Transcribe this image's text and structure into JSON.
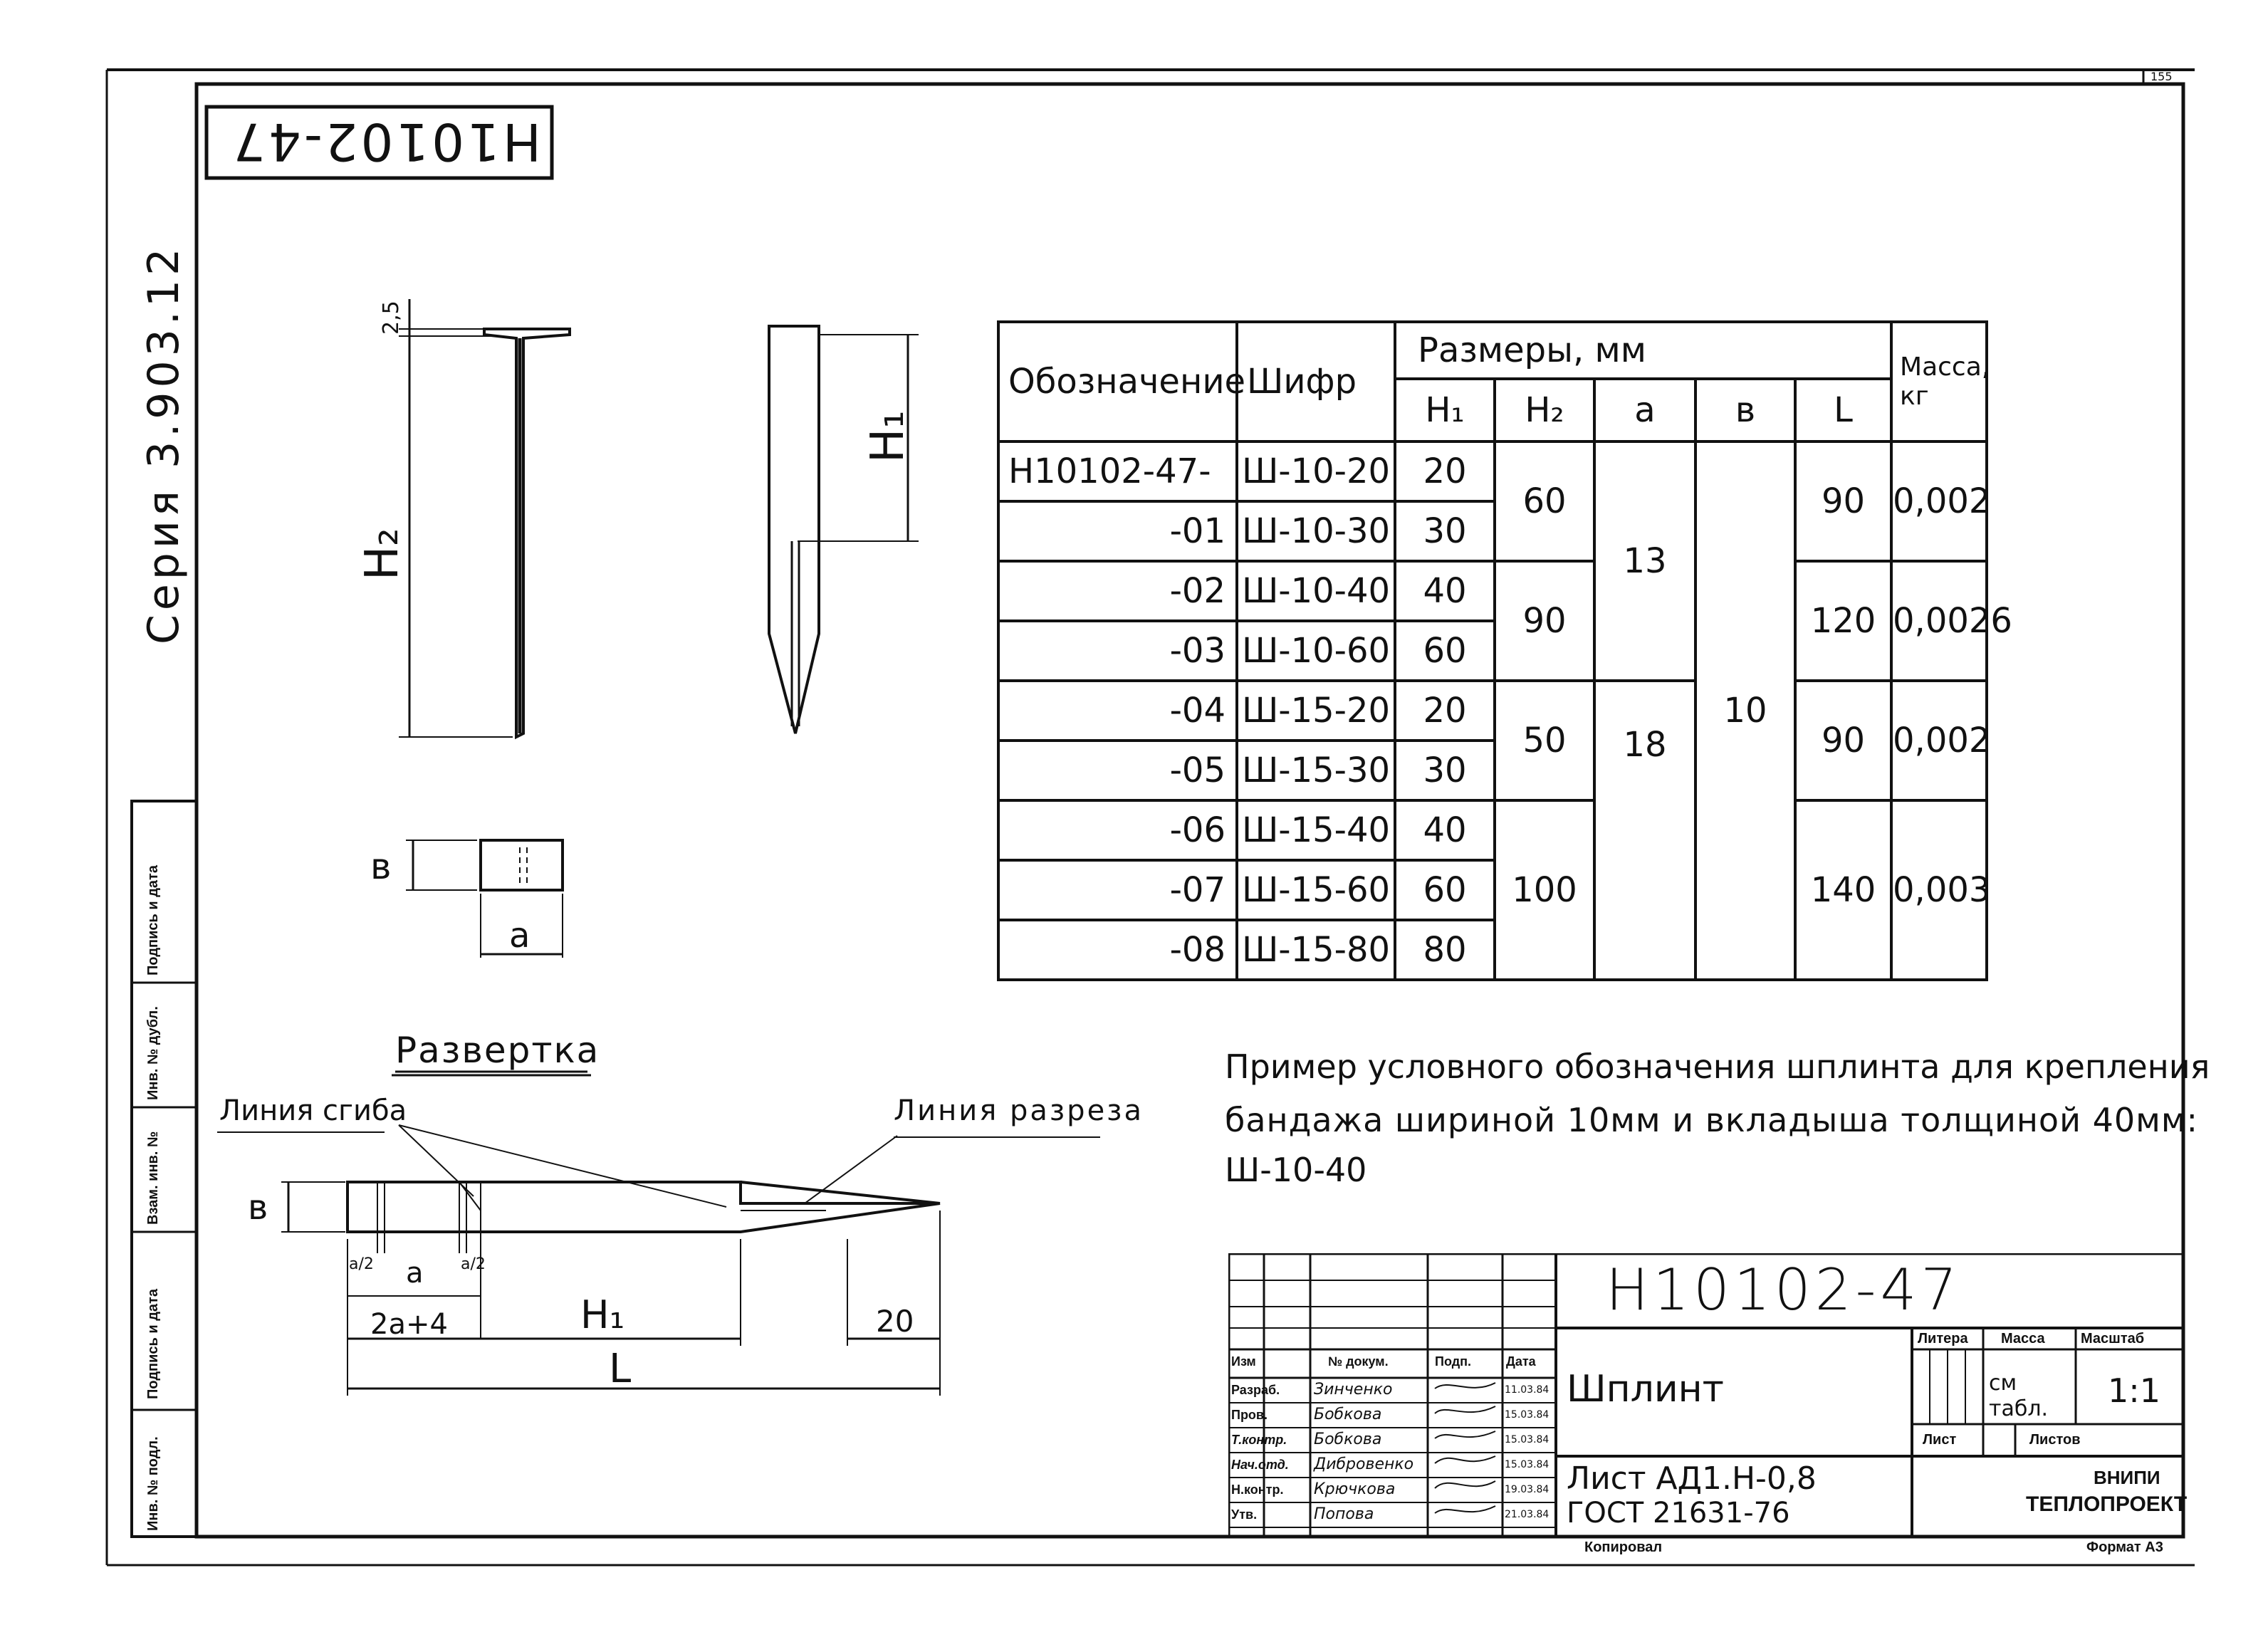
{
  "series_label": "Серия  3.903.12",
  "mirrored_code": "Н10102-47",
  "corner_number": "155",
  "side_stamps": [
    "Подпись и дата",
    "Инв. № дубл.",
    "Взам. инв. №",
    "Подпись и дата",
    "Инв. № подл."
  ],
  "drawing": {
    "dim_2_5": "2,5",
    "dim_H2": "H₂",
    "dim_H1": "H₁",
    "dim_b": "в",
    "dim_a": "а",
    "razvertka_title": "Развертка",
    "bend_line": "Линия сгиба",
    "cut_line": "Линия разреза",
    "dev_b": "в",
    "dev_a2_left": "а/2",
    "dev_a": "а",
    "dev_a2_right": "а/2",
    "dev_2a4": "2а+4",
    "dev_H1": "H₁",
    "dev_20": "20",
    "dev_L": "L"
  },
  "spec_table": {
    "headers": {
      "designation": "Обозначение",
      "code": "Шифр",
      "sizes": "Размеры, мм",
      "H1": "H₁",
      "H2": "H₂",
      "a": "а",
      "b": "в",
      "L": "L",
      "mass": "Масса, кг"
    },
    "designations": [
      "Н10102-47-",
      "-01",
      "-02",
      "-03",
      "-04",
      "-05",
      "-06",
      "-07",
      "-08"
    ],
    "codes": [
      "Ш-10-20",
      "Ш-10-30",
      "Ш-10-40",
      "Ш-10-60",
      "Ш-15-20",
      "Ш-15-30",
      "Ш-15-40",
      "Ш-15-60",
      "Ш-15-80"
    ],
    "h1": [
      "20",
      "30",
      "40",
      "60",
      "20",
      "30",
      "40",
      "60",
      "80"
    ],
    "h2_groups": [
      "60",
      "90",
      "50",
      "100"
    ],
    "a_groups": [
      "13",
      "18"
    ],
    "b_value": "10",
    "l_groups": [
      "90",
      "120",
      "90",
      "140"
    ],
    "mass_groups": [
      "0,002",
      "0,0026",
      "0,002",
      "0,003"
    ]
  },
  "example_text": {
    "line1": "Пример условного обозначения шплинта для крепления",
    "line2": "бандажа шириной  10мм и вкладыша толщиной 40мм:",
    "line3": "Ш-10-40"
  },
  "title_block": {
    "code": "Н10102-47",
    "name": "Шплинт",
    "litera": "Литера",
    "massa": "Масса",
    "masshtab": "Масштаб",
    "mass_value": "см табл.",
    "scale_value": "1:1",
    "list_label": "Лист",
    "listov_label": "Листов",
    "reference": "Лист АД1.Н-0,8",
    "gost": "ГОСТ 21631-76",
    "org_line1": "ВНИПИ",
    "org_line2": "ТЕПЛОПРОЕКТ",
    "kopiroval": "Копировал",
    "format": "Формат А3",
    "col_headers": [
      "Изм",
      "№ докум.",
      "Подп.",
      "Дата"
    ],
    "roles": [
      "Разраб.",
      "Пров.",
      "Т.контр.",
      "Нач.отд.",
      "Н.контр.",
      "Утв."
    ],
    "names": [
      "Зинченко",
      "Бобкова",
      "Бобкова",
      "Дибровенко",
      "Крючкова",
      "Попова"
    ],
    "dates": [
      "11.03.84",
      "15.03.84",
      "15.03.84",
      "15.03.84",
      "19.03.84",
      "21.03.84"
    ]
  }
}
